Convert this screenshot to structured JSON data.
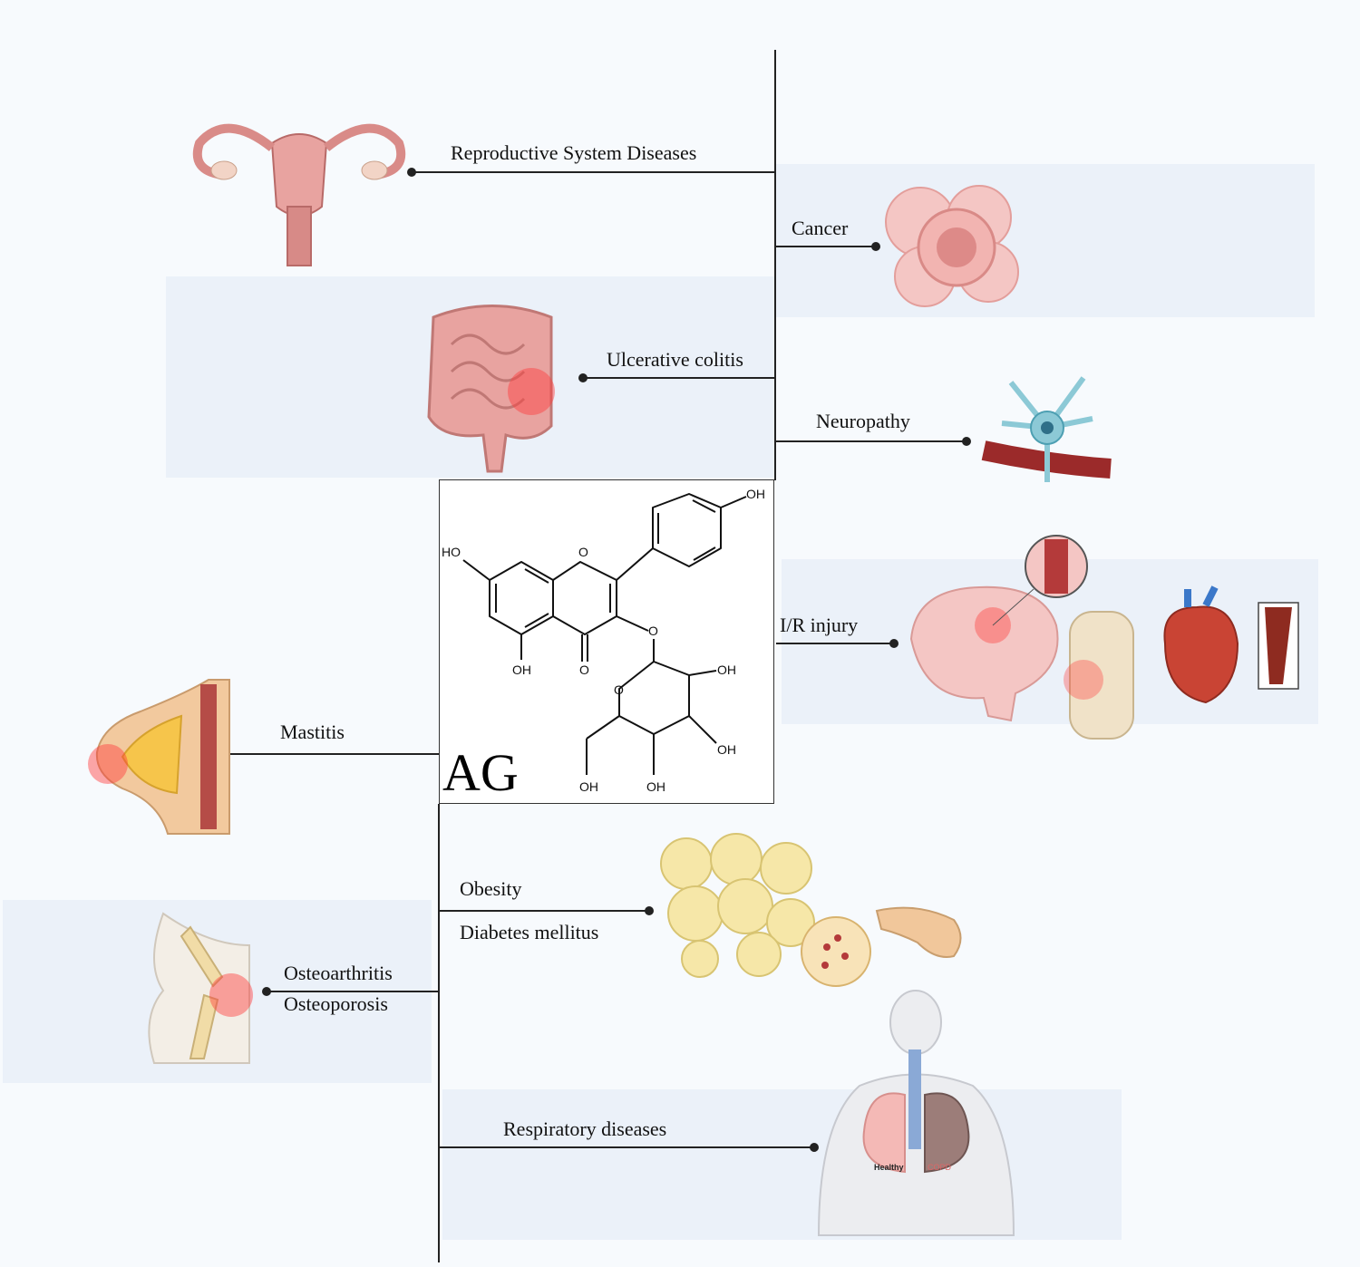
{
  "compound": {
    "name": "AG",
    "groups": {
      "oh_b_ring": "OH",
      "ho_a_ring": "HO",
      "ring_o": "O",
      "oh_5": "OH",
      "keto_o": "O",
      "glyco_o": "O",
      "sugar_ring_o": "O",
      "oh_2p": "OH",
      "oh_3p": "OH",
      "oh_4p": "OH",
      "oh_6p": "OH"
    }
  },
  "diseases": {
    "reproductive": "Reproductive System Diseases",
    "cancer": "Cancer",
    "colitis": "Ulcerative colitis",
    "neuropathy": "Neuropathy",
    "ir_injury": "I/R injury",
    "mastitis": "Mastitis",
    "obesity": "Obesity",
    "diabetes": "Diabetes mellitus",
    "osteoarthritis": "Osteoarthritis",
    "osteoporosis": "Osteoporosis",
    "respiratory": "Respiratory diseases"
  },
  "lung_labels": {
    "healthy": "Healthy",
    "copd": "COPD"
  },
  "colors": {
    "band": "#ebf1f9",
    "line": "#222222",
    "tissue_pink": "#e8a3a0",
    "fat_yellow": "#f6e7a8",
    "inflammation": "#ff3b3b"
  }
}
